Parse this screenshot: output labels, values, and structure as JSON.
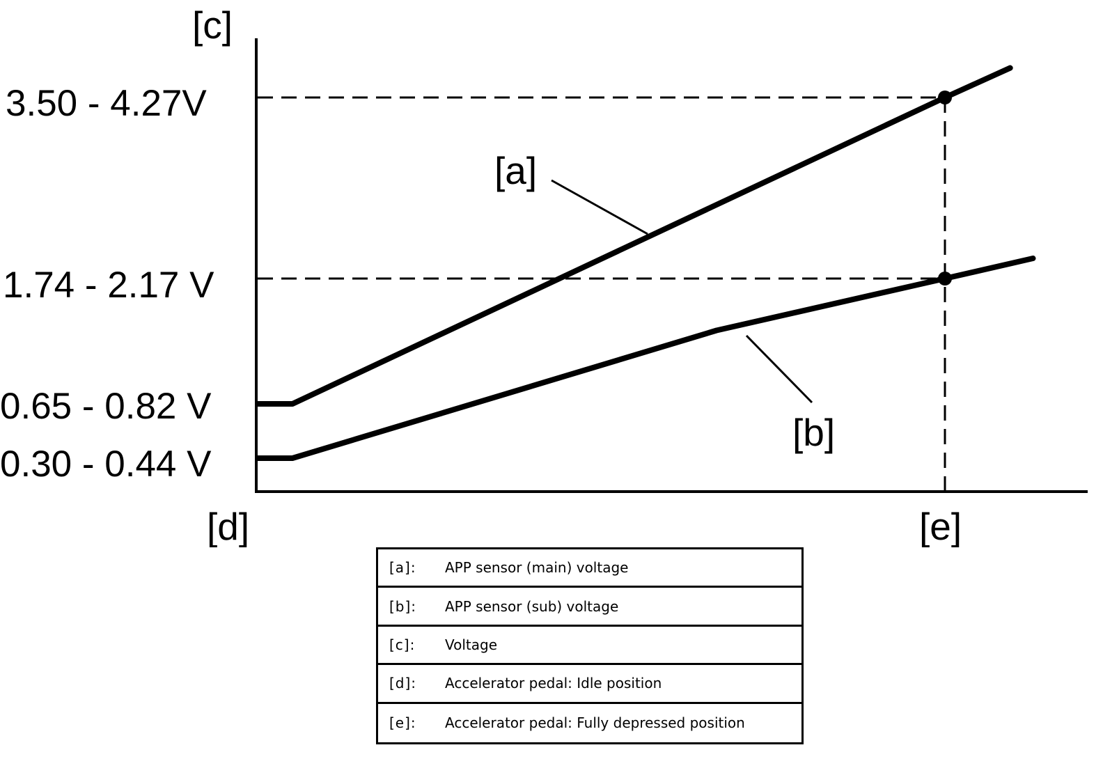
{
  "chart_data": {
    "type": "line",
    "y_axis_label": "[c]",
    "x_axis_start_label": "[d]",
    "x_axis_end_label": "[e]",
    "y_tick_labels": [
      "3.50 - 4.27V",
      "1.74 - 2.17 V",
      "0.65 - 0.82 V",
      "0.30 - 0.44 V"
    ],
    "x_start_value": 0,
    "x_end_value": 100,
    "series": [
      {
        "name": "[a]",
        "points": [
          [
            -5,
            0.735
          ],
          [
            0,
            0.735
          ],
          [
            100,
            3.885
          ],
          [
            110,
            4.2
          ]
        ],
        "marker_point": [
          100,
          3.885
        ]
      },
      {
        "name": "[b]",
        "points": [
          [
            -5,
            0.37
          ],
          [
            0,
            0.37
          ],
          [
            65,
            1.45
          ],
          [
            100,
            1.955
          ],
          [
            113.5,
            2.17
          ]
        ],
        "marker_point": [
          100,
          1.955
        ]
      }
    ],
    "reference_lines": [
      {
        "y": 3.885,
        "label": "3.50 - 4.27V"
      },
      {
        "y": 1.955,
        "label": "1.74 - 2.17 V"
      }
    ],
    "legend": [
      {
        "key": "[a]:",
        "text": "APP sensor (main) voltage"
      },
      {
        "key": "[b]:",
        "text": "APP sensor (sub) voltage"
      },
      {
        "key": "[c]:",
        "text": "Voltage"
      },
      {
        "key": "[d]:",
        "text": "Accelerator pedal: Idle position"
      },
      {
        "key": "[e]:",
        "text": "Accelerator pedal: Fully depressed position"
      }
    ]
  }
}
